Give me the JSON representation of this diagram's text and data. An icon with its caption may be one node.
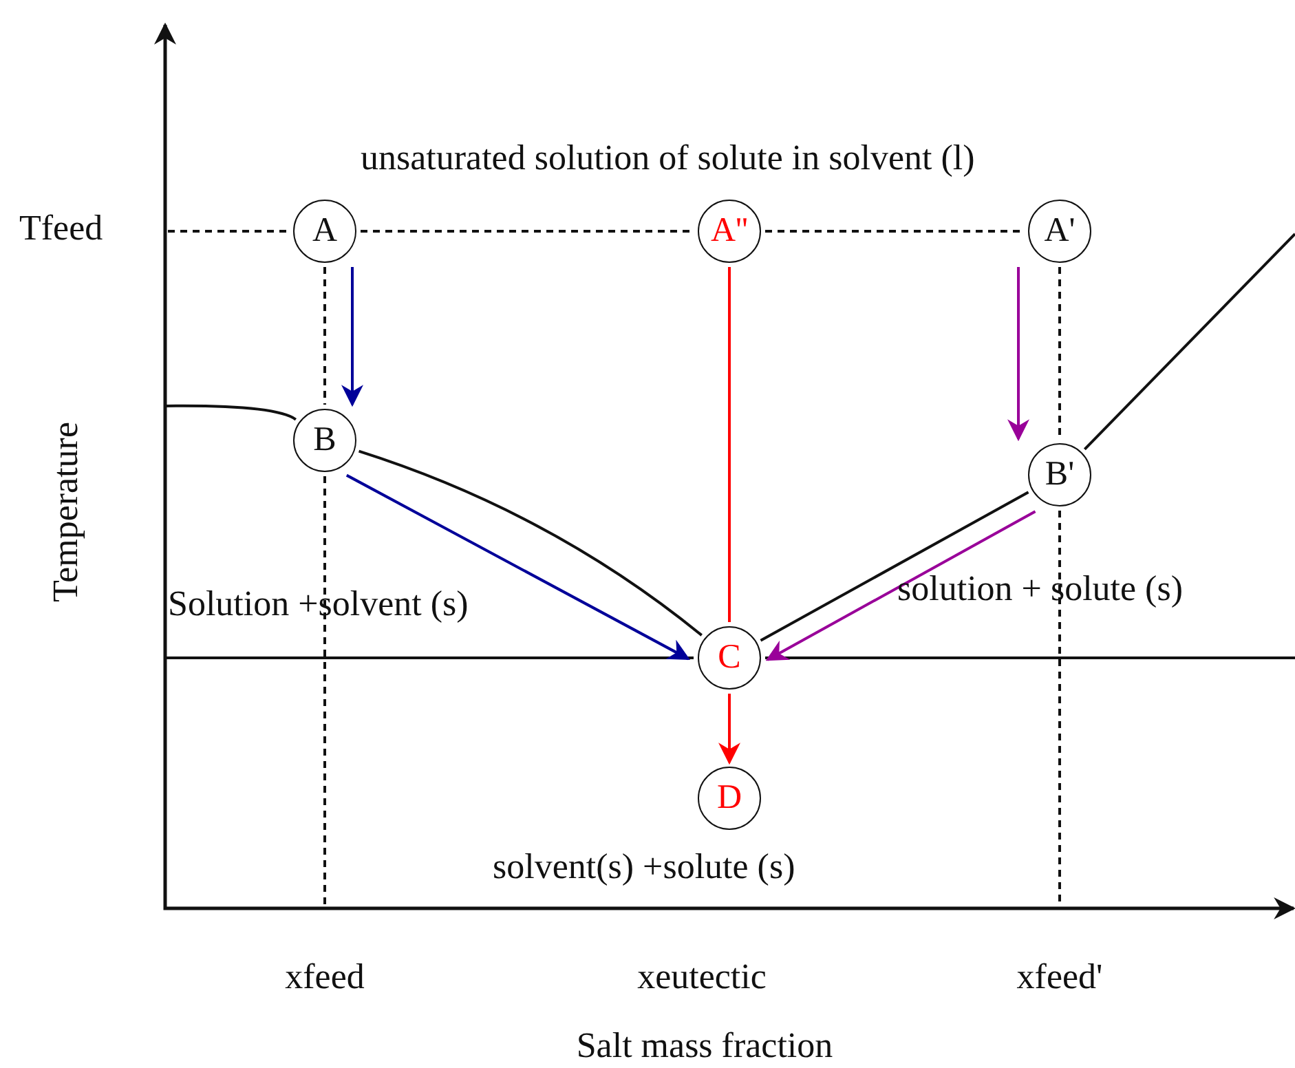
{
  "diagram": {
    "nodes": [
      {
        "text": [
          "A"
        ]
      },
      {
        "text": [
          "A''"
        ]
      },
      {
        "text": [
          "A'"
        ]
      },
      {
        "text": [
          "B"
        ]
      },
      {
        "text": [
          "B'"
        ]
      },
      {
        "text": [
          "C"
        ]
      },
      {
        "text": [
          "D"
        ]
      }
    ],
    "edges": [
      {
        "from": null,
        "to": 3,
        "arrow": "none"
      },
      {
        "from": 3,
        "to": 5,
        "arrow": "none"
      },
      {
        "from": 5,
        "to": 4,
        "arrow": "none"
      },
      {
        "from": 4,
        "to": null,
        "arrow": "none"
      },
      {
        "from": null,
        "to": 5,
        "arrow": "none"
      },
      {
        "from": 5,
        "to": null,
        "arrow": "none"
      },
      {
        "from": 0,
        "to": 1,
        "arrow": "none",
        "style": "dashed"
      },
      {
        "from": 1,
        "to": 2,
        "arrow": "none",
        "style": "dashed"
      },
      {
        "from": 0,
        "to": 3,
        "arrow": "none",
        "style": "dashed"
      },
      {
        "from": 2,
        "to": 4,
        "arrow": "none",
        "style": "dashed"
      },
      {
        "from": 0,
        "to": 3,
        "arrow": "to",
        "color": "#000099"
      },
      {
        "from": 3,
        "to": 5,
        "arrow": "to",
        "color": "#000099"
      },
      {
        "from": 2,
        "to": 4,
        "arrow": "to",
        "color": "#990099"
      },
      {
        "from": 4,
        "to": 5,
        "arrow": "to",
        "color": "#990099"
      },
      {
        "from": 1,
        "to": 5,
        "arrow": "none",
        "color": "#ff0000"
      },
      {
        "from": 5,
        "to": 6,
        "arrow": "to",
        "color": "#ff0000"
      },
      {
        "from": null,
        "to": 0,
        "arrow": "none",
        "style": "dashed"
      },
      {
        "from": 3,
        "to": null,
        "arrow": "none",
        "style": "dashed"
      },
      {
        "from": 4,
        "to": null,
        "arrow": "none",
        "style": "dashed"
      }
    ],
    "labels": [
      "unsaturated solution of solute in solvent (l)",
      "Tfeed",
      "Temperature",
      "Solution +solvent (s)",
      "solution + solute (s)",
      "solvent(s) +solute (s)",
      "xfeed",
      "xeutectic",
      "xfeed'",
      "Salt mass fraction"
    ]
  }
}
